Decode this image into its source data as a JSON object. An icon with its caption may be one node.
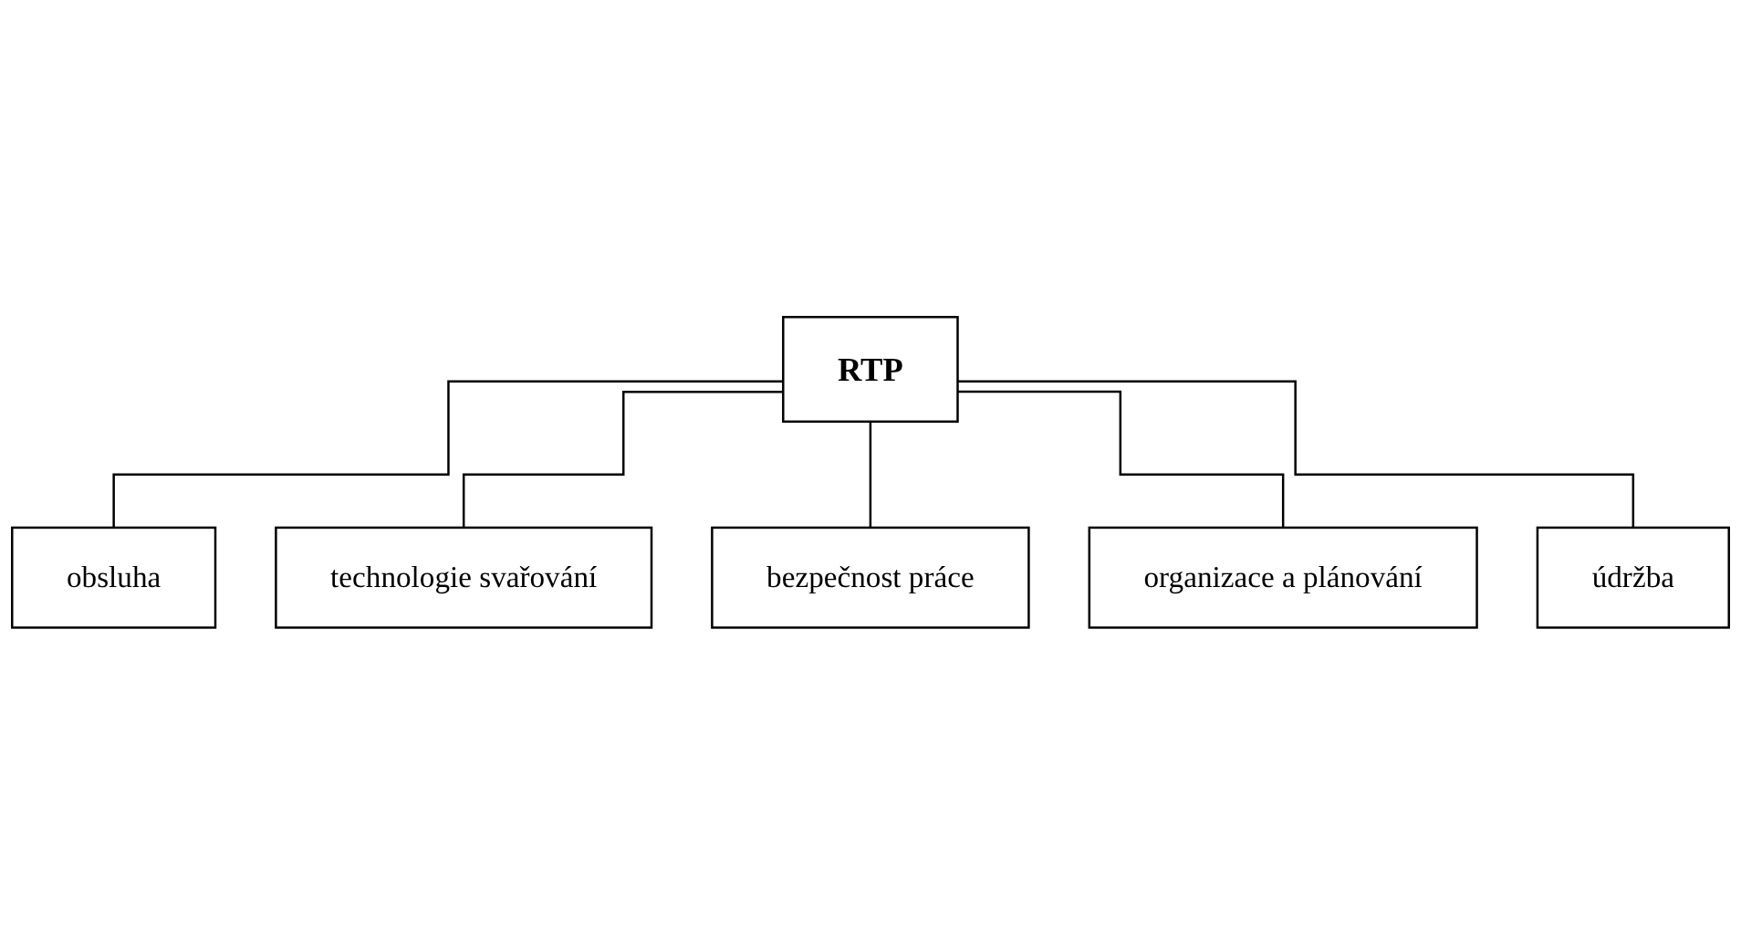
{
  "diagram": {
    "nodes": [
      {
        "text": [
          "RTP"
        ]
      },
      {
        "text": [
          "obsluha"
        ]
      },
      {
        "text": [
          "technologie svařování"
        ]
      },
      {
        "text": [
          "bezpečnost práce"
        ]
      },
      {
        "text": [
          "organizace a plánování"
        ]
      },
      {
        "text": [
          "údržba"
        ]
      }
    ],
    "edges": [
      {
        "from": 0,
        "to": 1,
        "arrow": "none"
      },
      {
        "from": 0,
        "to": 2,
        "arrow": "none"
      },
      {
        "from": 0,
        "to": 3,
        "arrow": "none"
      },
      {
        "from": 0,
        "to": 4,
        "arrow": "none"
      },
      {
        "from": 0,
        "to": 5,
        "arrow": "none"
      }
    ]
  }
}
